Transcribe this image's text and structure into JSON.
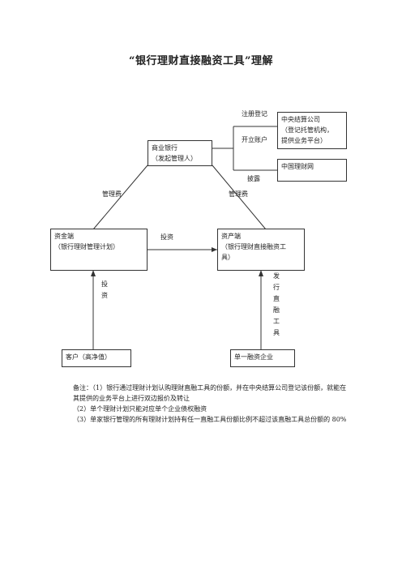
{
  "title": "“银行理财直接融资工具”理解",
  "boxes": {
    "bank": "商业银行\n（发起管理人）",
    "csdc": "中央结算公司\n（登记托管机构，\n提供业务平台）",
    "wmnet": "中国理财网",
    "fund_side": "资金端\n（银行理财管理计划）",
    "asset_side": "资产端\n（银行理财直接融资工\n具）",
    "client": "客户（高净值）",
    "enterprise": "单一融资企业"
  },
  "labels": {
    "register": "注册登记",
    "open_account": "开立账户",
    "disclose": "披露",
    "mgmt_fee_left": "管理费",
    "mgmt_fee_right": "管理费",
    "invest_mid": "投资",
    "invest_left": "投资",
    "issue": "发行直融工具"
  },
  "notes": {
    "line1": "备注：（1）银行通过理财计划认购理财直融工具的份额，并在中央结算公司登记该份额，就能在其提供的业务平台上进行双边报价及转让",
    "line2": "（2）单个理财计划只能对应单个企业债权融资",
    "line3": "（3）单家银行管理的所有理财计划持有任一直融工具份额比例不超过该直融工具总份额的 80%"
  }
}
